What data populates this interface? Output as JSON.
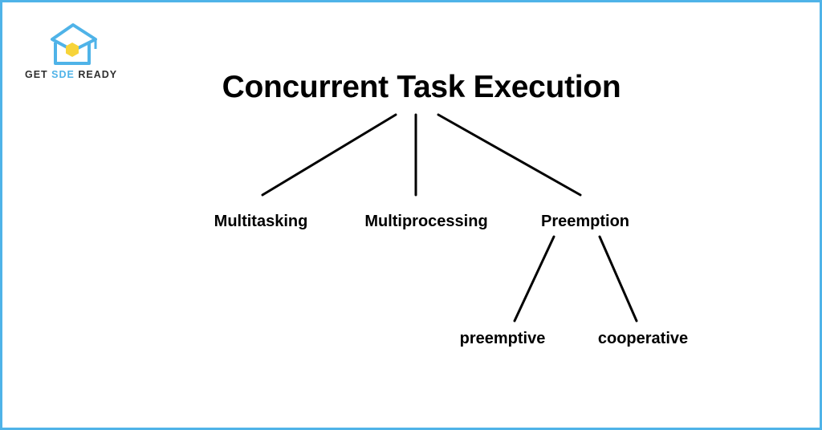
{
  "brand": {
    "logo_text_prefix": "GET ",
    "logo_text_accent": "SDE",
    "logo_text_suffix": " READY",
    "accent_color": "#4fb3e8",
    "hex_color": "#f7d43a",
    "logo_icon": "graduation-cap-house-icon"
  },
  "diagram": {
    "root": "Concurrent Task Execution",
    "children": [
      "Multitasking",
      "Multiprocessing",
      "Preemption"
    ],
    "preemption_children": [
      "preemptive",
      "cooperative"
    ],
    "line_color": "#000000"
  }
}
